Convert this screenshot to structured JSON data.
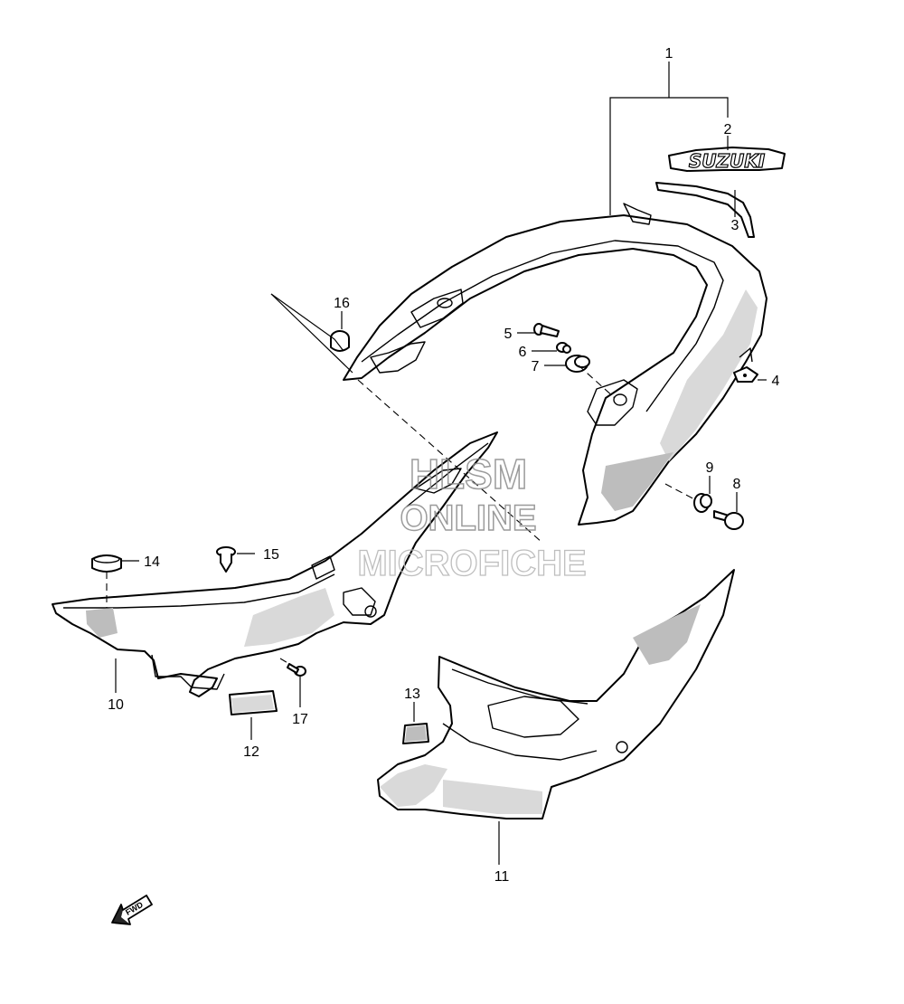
{
  "callouts": {
    "c1": "1",
    "c2": "2",
    "c3": "3",
    "c4": "4",
    "c5": "5",
    "c6": "6",
    "c7": "7",
    "c8": "8",
    "c9": "9",
    "c10": "10",
    "c11": "11",
    "c12": "12",
    "c13": "13",
    "c14": "14",
    "c15": "15",
    "c16": "16",
    "c17": "17"
  },
  "emblem_text": "SUZUKI",
  "watermark": {
    "line1": "HLSM",
    "line2": "ONLINE",
    "line3": "MICROFICHE"
  },
  "fwd_label": "FWD"
}
